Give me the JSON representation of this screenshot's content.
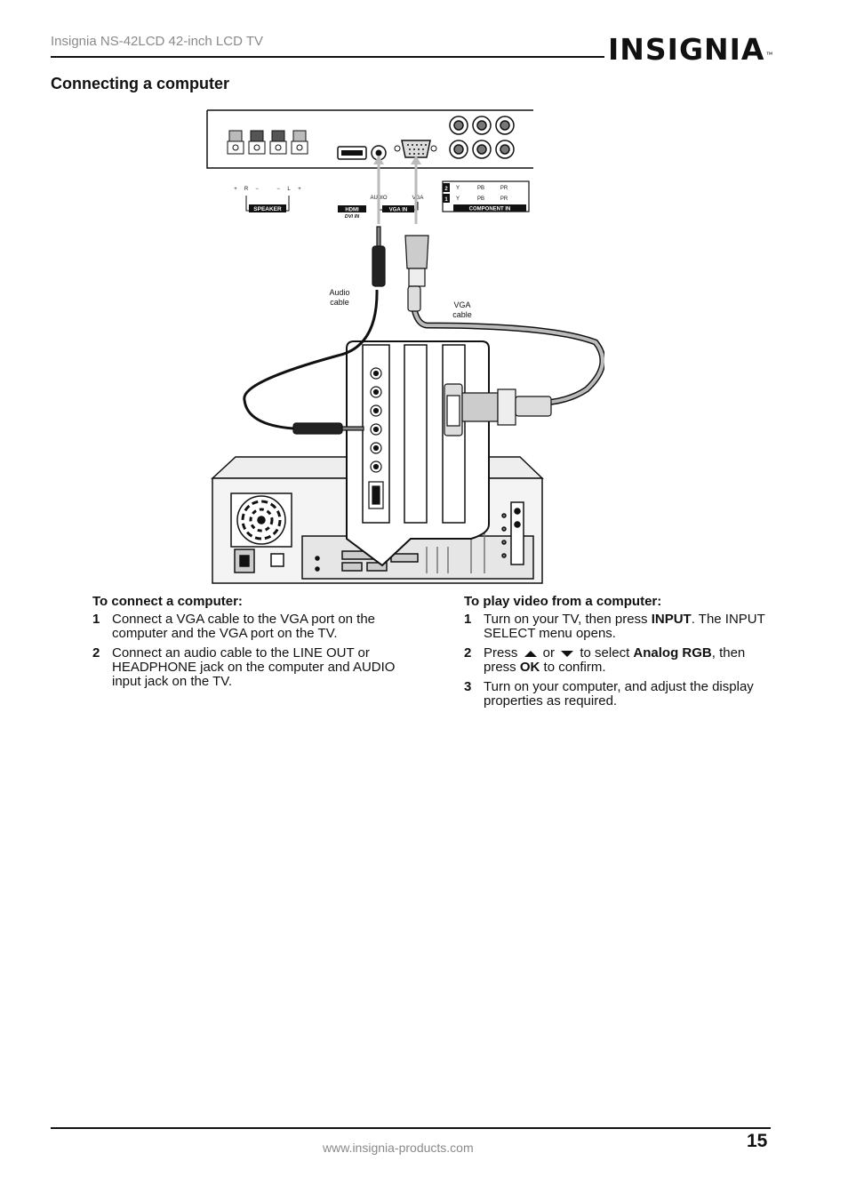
{
  "header": {
    "title": "Insignia NS-42LCD 42-inch LCD TV",
    "logo_text": "INSIGNIA",
    "logo_tm": "™"
  },
  "section": {
    "title": "Connecting a computer"
  },
  "diagram": {
    "speaker_label": "SPEAKER",
    "speaker_marks": [
      "+",
      "R",
      "−",
      "−",
      "L",
      "+"
    ],
    "hdmi_label": "HDMI",
    "dvi_label": "DVI IN",
    "audio_port_label": "AUDIO",
    "vga_port_label": "VGA",
    "vga_in_label": "VGA IN",
    "component_label": "COMPONENT IN",
    "component_row2": [
      "2",
      "Y",
      "PB",
      "PR"
    ],
    "component_row1": [
      "1",
      "Y",
      "PB",
      "PR"
    ],
    "audio_cable_label": [
      "Audio",
      "cable"
    ],
    "vga_cable_label": [
      "VGA",
      "cable"
    ]
  },
  "connect": {
    "heading": "To connect a computer:",
    "steps": [
      {
        "num": "1",
        "text": "Connect a VGA cable to the VGA port on the computer and the VGA port on the TV."
      },
      {
        "num": "2",
        "text": "Connect an audio cable to the LINE OUT or HEADPHONE jack on the computer and AUDIO input jack on the TV."
      }
    ]
  },
  "play": {
    "heading": "To play video from a computer:",
    "step1": {
      "num": "1",
      "pre": "Turn on your TV, then press ",
      "bold": "INPUT",
      "post": ". The INPUT SELECT menu opens."
    },
    "step2": {
      "num": "2",
      "pre": "Press ",
      "or": " or ",
      "mid": " to select ",
      "bold1": "Analog RGB",
      "mid2": ", then press ",
      "bold2": "OK",
      "post": " to confirm."
    },
    "step3": {
      "num": "3",
      "text": "Turn on your computer, and adjust the display properties as required."
    }
  },
  "footer": {
    "url": "www.insignia-products.com",
    "page": "15"
  }
}
